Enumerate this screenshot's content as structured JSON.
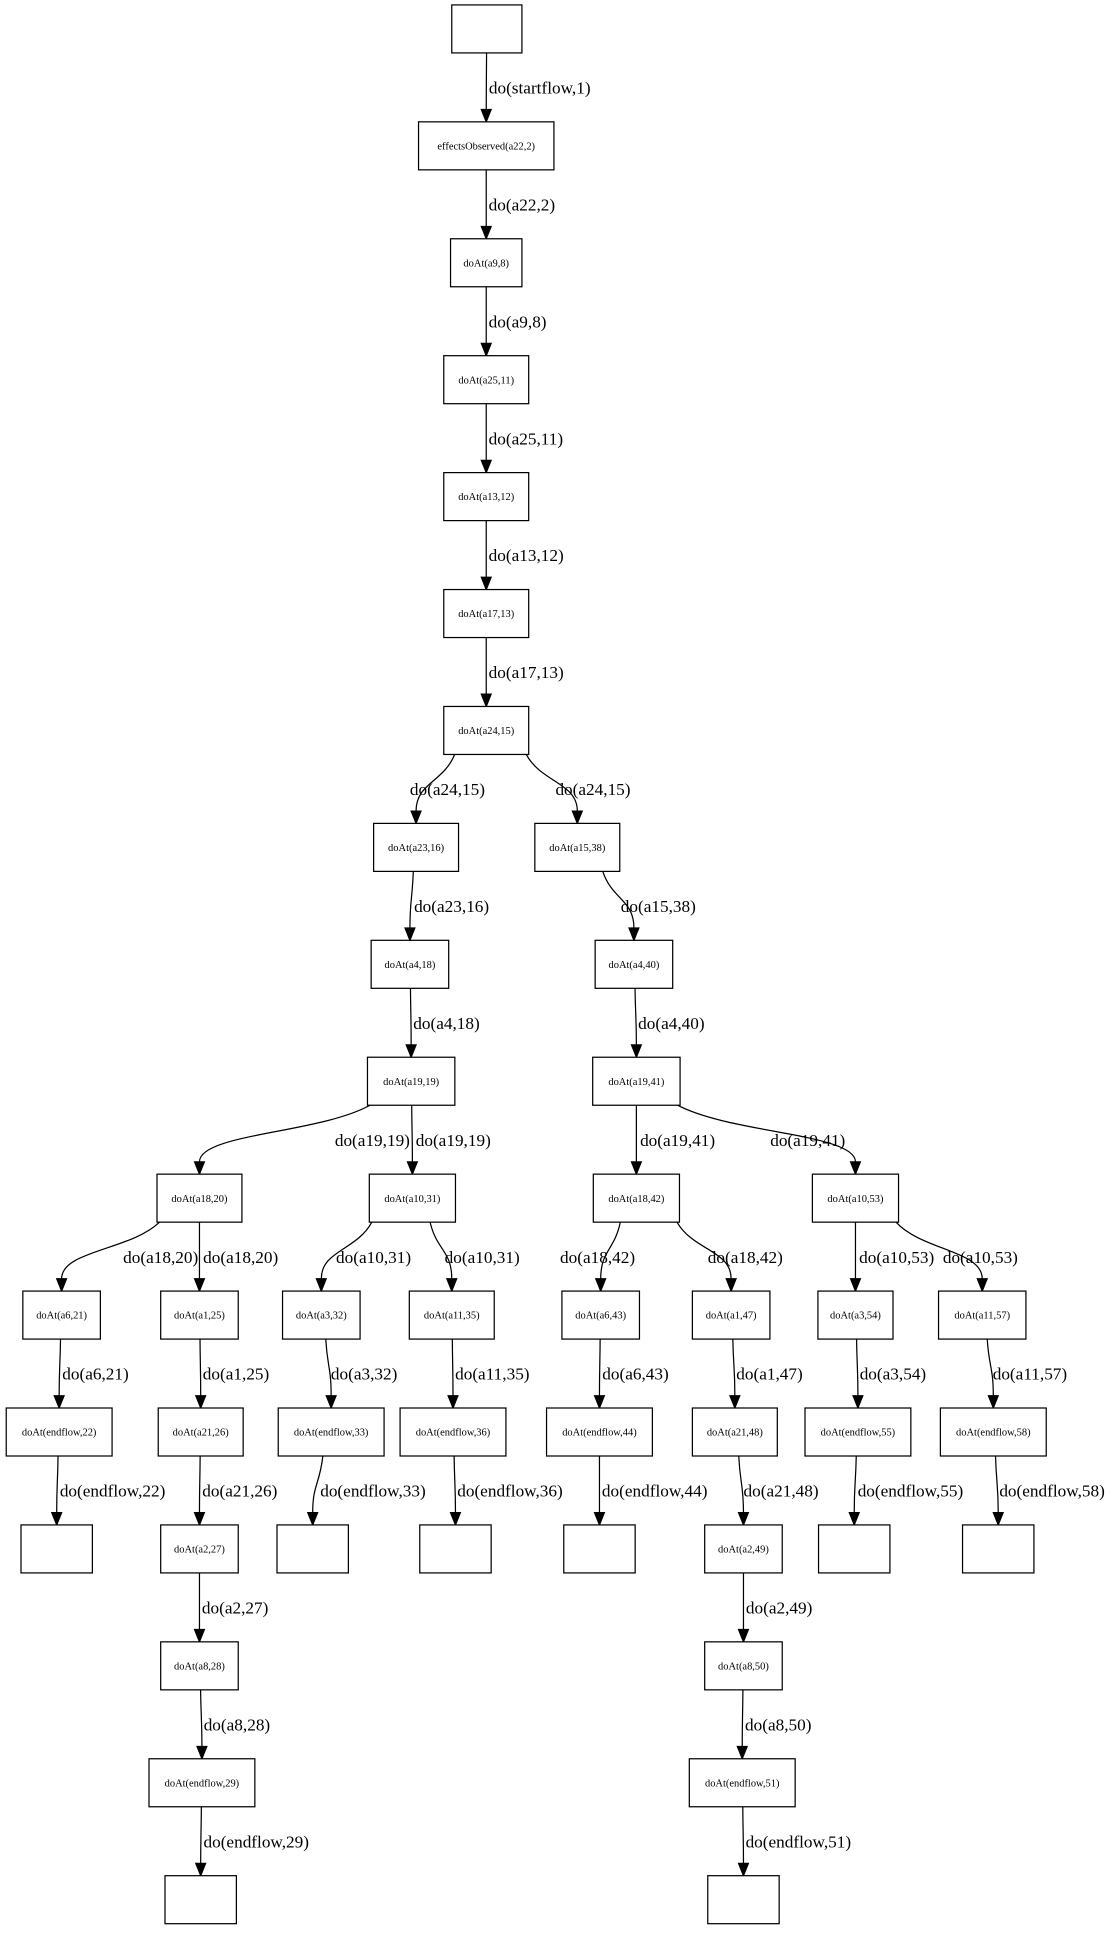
{
  "nodes": [
    {
      "label": ""
    },
    {
      "label": "effectsObserved(a22,2)"
    },
    {
      "label": "doAt(a9,8)"
    },
    {
      "label": "doAt(a25,11)"
    },
    {
      "label": "doAt(a13,12)"
    },
    {
      "label": "doAt(a17,13)"
    },
    {
      "label": "doAt(a24,15)"
    },
    {
      "label": "doAt(a23,16)"
    },
    {
      "label": "doAt(a15,38)"
    },
    {
      "label": "doAt(a4,18)"
    },
    {
      "label": "doAt(a4,40)"
    },
    {
      "label": "doAt(a19,19)"
    },
    {
      "label": "doAt(a19,41)"
    },
    {
      "label": "doAt(a18,20)"
    },
    {
      "label": "doAt(a10,31)"
    },
    {
      "label": "doAt(a18,42)"
    },
    {
      "label": "doAt(a10,53)"
    },
    {
      "label": "doAt(a6,21)"
    },
    {
      "label": "doAt(a1,25)"
    },
    {
      "label": "doAt(a3,32)"
    },
    {
      "label": "doAt(a11,35)"
    },
    {
      "label": "doAt(a6,43)"
    },
    {
      "label": "doAt(a1,47)"
    },
    {
      "label": "doAt(a3,54)"
    },
    {
      "label": "doAt(a11,57)"
    },
    {
      "label": "doAt(endflow,22)"
    },
    {
      "label": "doAt(a21,26)"
    },
    {
      "label": "doAt(endflow,33)"
    },
    {
      "label": "doAt(endflow,36)"
    },
    {
      "label": "doAt(endflow,44)"
    },
    {
      "label": "doAt(a21,48)"
    },
    {
      "label": "doAt(endflow,55)"
    },
    {
      "label": "doAt(endflow,58)"
    },
    {
      "label": ""
    },
    {
      "label": "doAt(a2,27)"
    },
    {
      "label": ""
    },
    {
      "label": ""
    },
    {
      "label": ""
    },
    {
      "label": "doAt(a2,49)"
    },
    {
      "label": ""
    },
    {
      "label": ""
    },
    {
      "label": "doAt(a8,28)"
    },
    {
      "label": "doAt(a8,50)"
    },
    {
      "label": "doAt(endflow,29)"
    },
    {
      "label": "doAt(endflow,51)"
    },
    {
      "label": ""
    },
    {
      "label": ""
    }
  ],
  "edges": [
    {
      "from": 0,
      "to": 1,
      "label": "do(startflow,1)"
    },
    {
      "from": 1,
      "to": 2,
      "label": "do(a22,2)"
    },
    {
      "from": 2,
      "to": 3,
      "label": "do(a9,8)"
    },
    {
      "from": 3,
      "to": 4,
      "label": "do(a25,11)"
    },
    {
      "from": 4,
      "to": 5,
      "label": "do(a13,12)"
    },
    {
      "from": 5,
      "to": 6,
      "label": "do(a17,13)"
    },
    {
      "from": 6,
      "to": 7,
      "label": "do(a24,15)"
    },
    {
      "from": 6,
      "to": 8,
      "label": "do(a24,15)"
    },
    {
      "from": 7,
      "to": 9,
      "label": "do(a23,16)"
    },
    {
      "from": 8,
      "to": 10,
      "label": "do(a15,38)"
    },
    {
      "from": 9,
      "to": 11,
      "label": "do(a4,18)"
    },
    {
      "from": 10,
      "to": 12,
      "label": "do(a4,40)"
    },
    {
      "from": 11,
      "to": 13,
      "label": "do(a19,19)"
    },
    {
      "from": 11,
      "to": 14,
      "label": "do(a19,19)"
    },
    {
      "from": 12,
      "to": 15,
      "label": "do(a19,41)"
    },
    {
      "from": 12,
      "to": 16,
      "label": "do(a19,41)"
    },
    {
      "from": 13,
      "to": 17,
      "label": "do(a18,20)"
    },
    {
      "from": 13,
      "to": 18,
      "label": "do(a18,20)"
    },
    {
      "from": 14,
      "to": 19,
      "label": "do(a10,31)"
    },
    {
      "from": 14,
      "to": 20,
      "label": "do(a10,31)"
    },
    {
      "from": 15,
      "to": 21,
      "label": "do(a18,42)"
    },
    {
      "from": 15,
      "to": 22,
      "label": "do(a18,42)"
    },
    {
      "from": 16,
      "to": 23,
      "label": "do(a10,53)"
    },
    {
      "from": 16,
      "to": 24,
      "label": "do(a10,53)"
    },
    {
      "from": 17,
      "to": 25,
      "label": "do(a6,21)"
    },
    {
      "from": 18,
      "to": 26,
      "label": "do(a1,25)"
    },
    {
      "from": 19,
      "to": 27,
      "label": "do(a3,32)"
    },
    {
      "from": 20,
      "to": 28,
      "label": "do(a11,35)"
    },
    {
      "from": 21,
      "to": 29,
      "label": "do(a6,43)"
    },
    {
      "from": 22,
      "to": 30,
      "label": "do(a1,47)"
    },
    {
      "from": 23,
      "to": 31,
      "label": "do(a3,54)"
    },
    {
      "from": 24,
      "to": 32,
      "label": "do(a11,57)"
    },
    {
      "from": 25,
      "to": 33,
      "label": "do(endflow,22)"
    },
    {
      "from": 26,
      "to": 34,
      "label": "do(a21,26)"
    },
    {
      "from": 27,
      "to": 35,
      "label": "do(endflow,33)"
    },
    {
      "from": 28,
      "to": 36,
      "label": "do(endflow,36)"
    },
    {
      "from": 29,
      "to": 37,
      "label": "do(endflow,44)"
    },
    {
      "from": 30,
      "to": 38,
      "label": "do(a21,48)"
    },
    {
      "from": 31,
      "to": 39,
      "label": "do(endflow,55)"
    },
    {
      "from": 32,
      "to": 40,
      "label": "do(endflow,58)"
    },
    {
      "from": 34,
      "to": 41,
      "label": "do(a2,27)"
    },
    {
      "from": 38,
      "to": 42,
      "label": "do(a2,49)"
    },
    {
      "from": 41,
      "to": 43,
      "label": "do(a8,28)"
    },
    {
      "from": 42,
      "to": 44,
      "label": "do(a8,50)"
    },
    {
      "from": 43,
      "to": 45,
      "label": "do(endflow,29)"
    },
    {
      "from": 44,
      "to": 46,
      "label": "do(endflow,51)"
    }
  ]
}
